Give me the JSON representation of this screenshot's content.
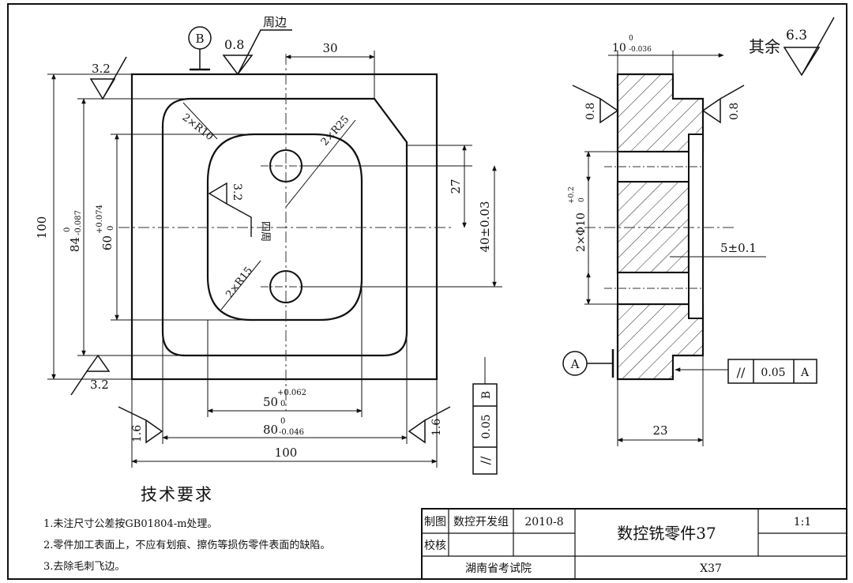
{
  "front_view": {
    "surface_b_label": "B",
    "roughness_top": "0.8",
    "roughness_top_note": "周边",
    "dim_30": "30",
    "roughness_left_top": "3.2",
    "roughness_left_bottom": "3.2",
    "fillet_2xr10": "2×R10",
    "fillet_2xr25": "2×R25",
    "fillet_2xr15": "2×R15",
    "roughness_pocket": "3.2",
    "roughness_pocket_note": "四周",
    "dim_27": "27",
    "dim_40": "40±0.03",
    "dim_100_vertical": "100",
    "dim_84_main": "84",
    "dim_84_upper": "0",
    "dim_84_lower": "-0.087",
    "dim_60_main": "60",
    "dim_60_upper": "+0.074",
    "dim_60_lower": "0",
    "dim_50_main": "50",
    "dim_50_upper": "+0.062",
    "dim_50_lower": "0",
    "dim_80_main": "80",
    "dim_80_upper": "0",
    "dim_80_lower": "-0.046",
    "dim_100_horizontal": "100",
    "roughness_bottom_left": "1.6",
    "roughness_bottom_right": "1.6",
    "parallel_symbol": "//",
    "parallel_tolerance": "0.05",
    "parallel_datum": "B"
  },
  "side_view": {
    "dim_10_main": "10",
    "dim_10_upper": "0",
    "dim_10_lower": "-0.036",
    "roughness_left": "0.8",
    "roughness_right": "0.8",
    "hole_dim_main": "2×Φ10",
    "hole_dim_upper": "+0.2",
    "hole_dim_lower": "0",
    "dim_5": "5±0.1",
    "datum_a": "A",
    "parallel_symbol": "//",
    "parallel_tolerance": "0.05",
    "parallel_datum": "A",
    "dim_23": "23"
  },
  "general_roughness": {
    "label": "其余",
    "value": "6.3"
  },
  "technical_requirements": {
    "title": "技术要求",
    "items": [
      "1.未注尺寸公差按GB01804-m处理。",
      "2.零件加工表面上，不应有划痕、擦伤等损伤零件表面的缺陷。",
      "3.去除毛刺飞边。"
    ]
  },
  "title_block": {
    "drawn_label": "制图",
    "drawn_by": "数控开发组",
    "date": "2010-8",
    "check_label": "校核",
    "part_name": "数控铣零件37",
    "scale": "1:1",
    "organization": "湖南省考试院",
    "drawing_number": "X37"
  }
}
